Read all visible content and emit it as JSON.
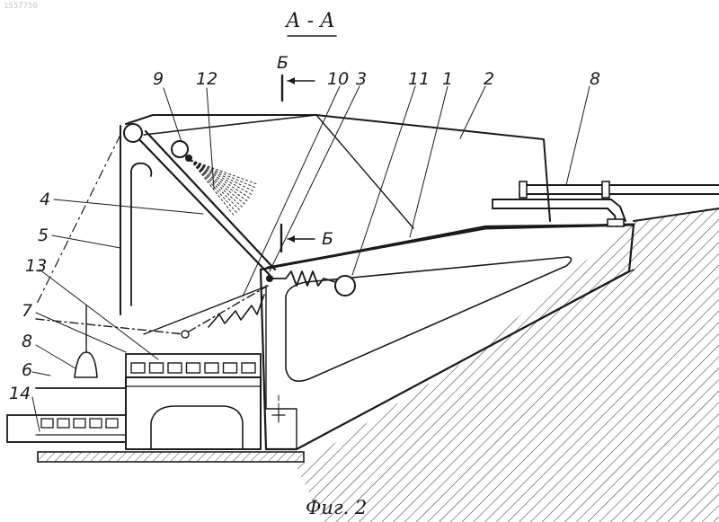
{
  "watermark": "1557756",
  "title": "А - А",
  "caption": "Фиг. 2",
  "section_marks": [
    "Б",
    "Б"
  ],
  "labels": [
    "9",
    "12",
    "10",
    "3",
    "11",
    "1",
    "2",
    "8",
    "4",
    "5",
    "13",
    "7",
    "8",
    "6",
    "14"
  ]
}
